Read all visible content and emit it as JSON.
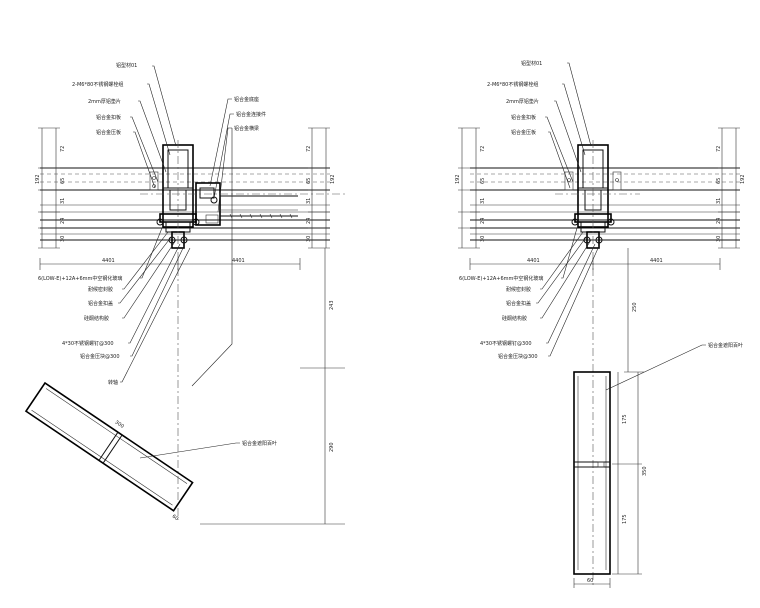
{
  "left_detail": {
    "callouts": [
      "铝型材01",
      "2-M6*80不锈钢螺栓组",
      "2mm厚铝垫片",
      "铝合金扣板",
      "铝合金压板",
      "铝合金底座",
      "铝合金连接件",
      "铝合金横梁",
      "6(LOW-E)+12A+6mm中空钢化玻璃",
      "耐候密封胶",
      "铝合金扣盖",
      "硅酮结构胶",
      "4*30不锈钢螺钉@300",
      "铝合金压块@300",
      "转轴",
      "铝合金遮阳百叶"
    ],
    "dims_left": [
      "72",
      "192",
      "65",
      "31",
      "24",
      "30"
    ],
    "dims_right": [
      "72",
      "192",
      "65",
      "31",
      "24",
      "30"
    ],
    "dims_bottom": [
      "4401",
      "4401"
    ],
    "dims_vertical": [
      "243",
      "290"
    ],
    "louver_dims": [
      "300",
      "60"
    ]
  },
  "right_detail": {
    "callouts": [
      "铝型材01",
      "2-M6*80不锈钢螺栓组",
      "2mm厚铝垫片",
      "铝合金扣板",
      "铝合金压板",
      "6(LOW-E)+12A+6mm中空钢化玻璃",
      "耐候密封胶",
      "铝合金扣盖",
      "硅酮结构胶",
      "4*30不锈钢螺钉@300",
      "铝合金压块@300",
      "铝合金遮阳百叶"
    ],
    "dims_left": [
      "72",
      "192",
      "65",
      "31",
      "24",
      "30"
    ],
    "dims_right": [
      "72",
      "192",
      "65",
      "31",
      "24",
      "30"
    ],
    "dims_bottom": [
      "4401",
      "4401"
    ],
    "dims_vertical": [
      "250",
      "175",
      "350",
      "175"
    ],
    "louver_dims": [
      "60"
    ]
  }
}
